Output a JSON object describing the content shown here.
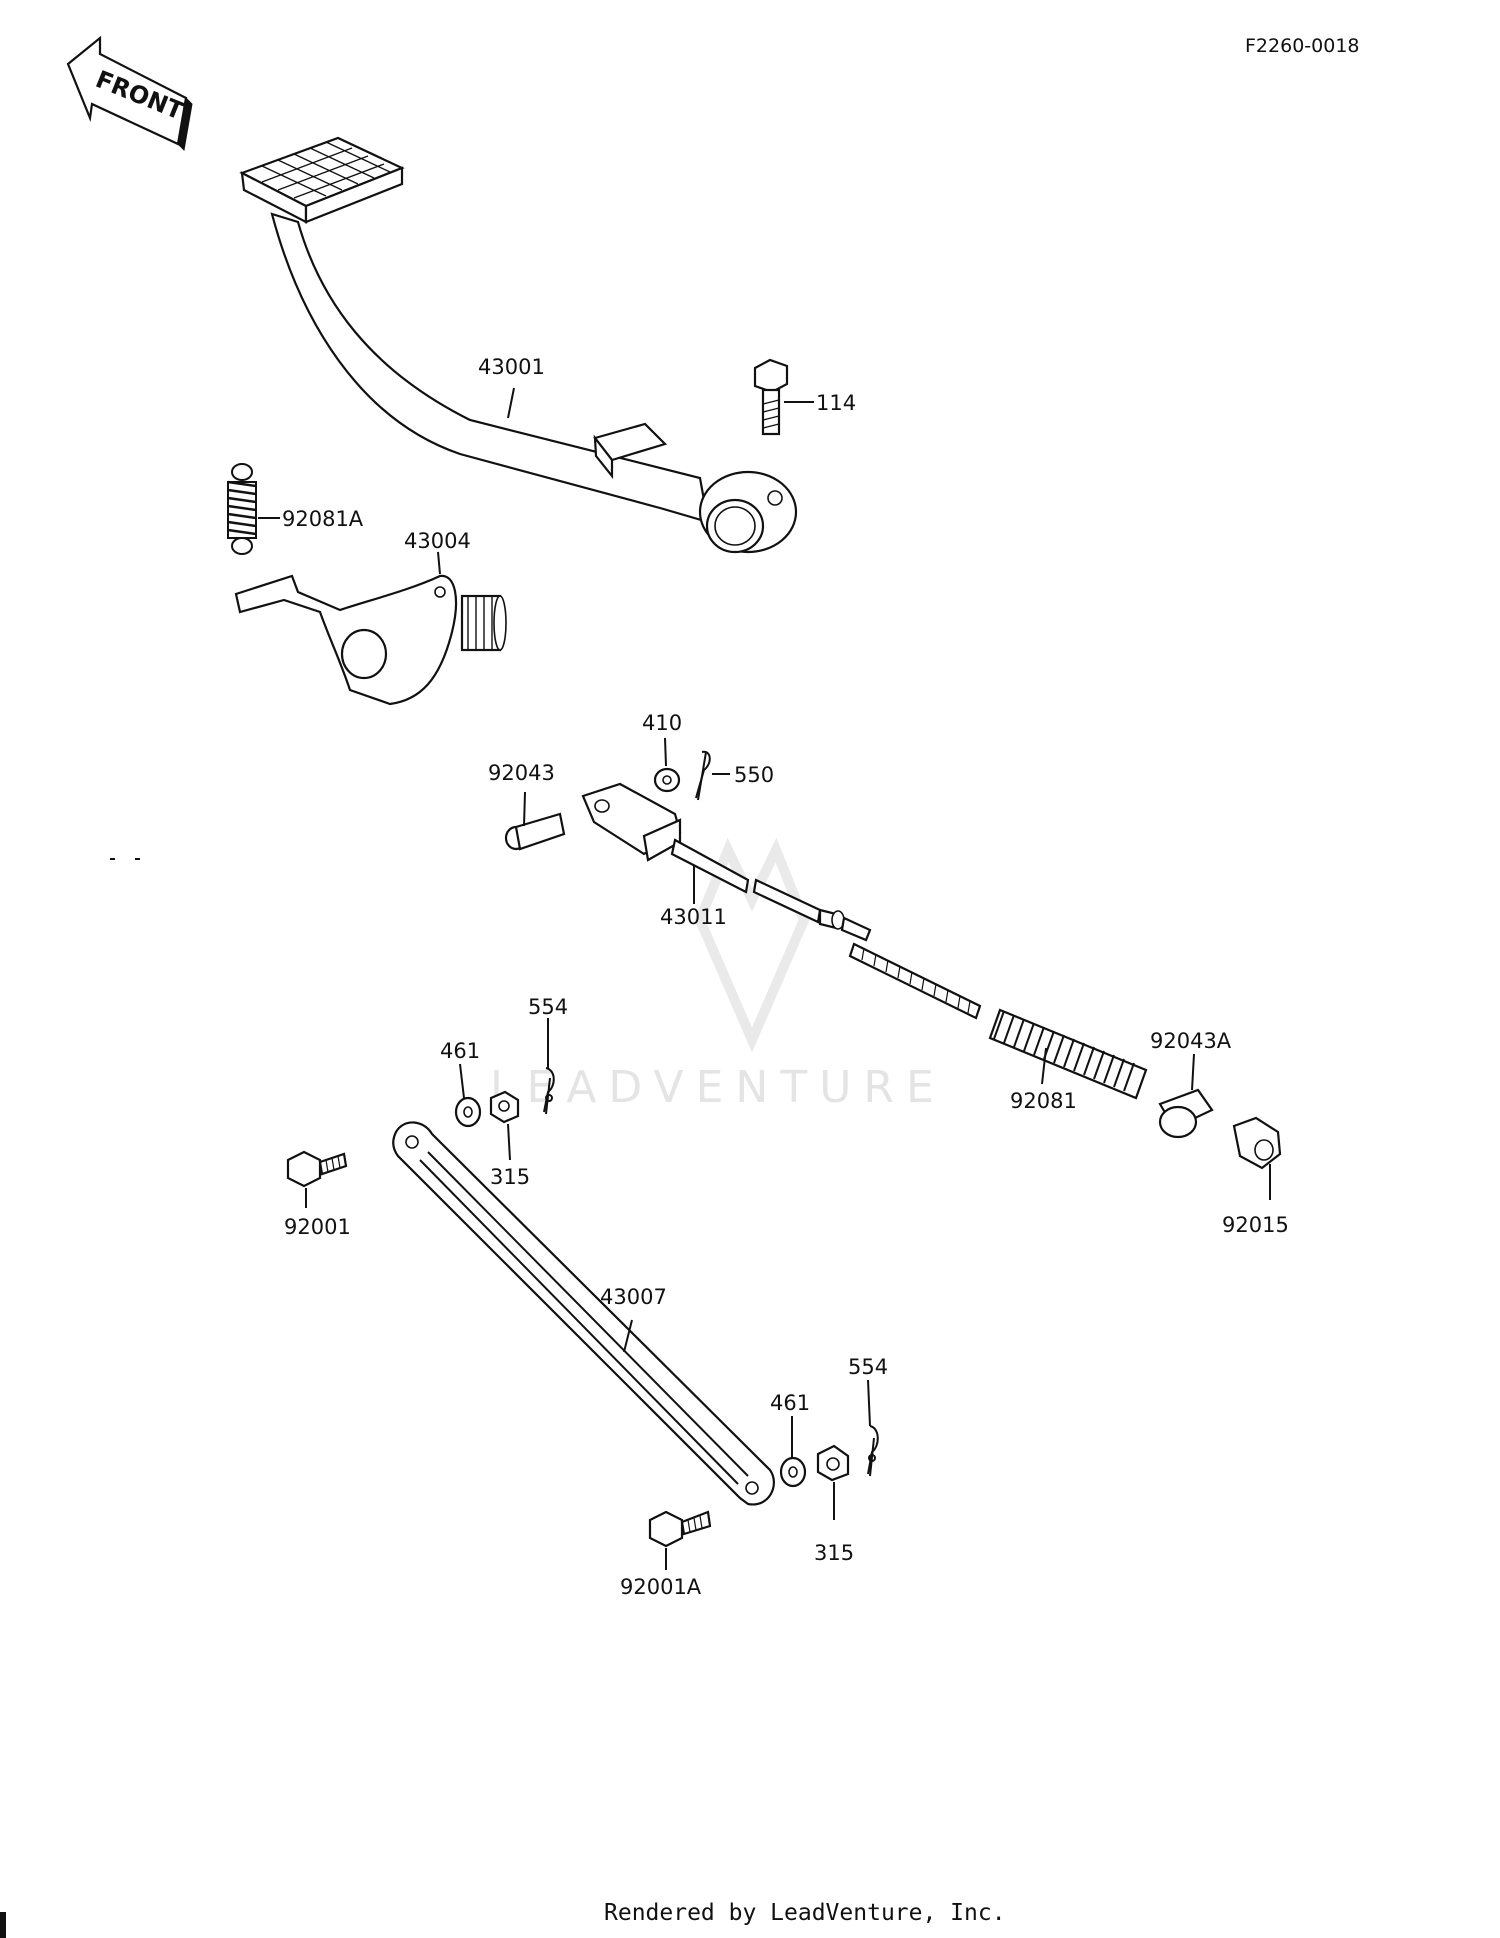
{
  "diagram_code": "F2260-0018",
  "front_label": "FRONT",
  "watermark": "LEADVENTURE",
  "footer": "Rendered by LeadVenture, Inc.",
  "labels": {
    "p43001": "43001",
    "p114": "114",
    "p92081A": "92081A",
    "p43004": "43004",
    "p410": "410",
    "p550": "550",
    "p92043": "92043",
    "p43011": "43011",
    "p554a": "554",
    "p461a": "461",
    "p315a": "315",
    "p92043A": "92043A",
    "p92081": "92081",
    "p92015": "92015",
    "p92001": "92001",
    "p43007": "43007",
    "p554b": "554",
    "p461b": "461",
    "p315b": "315",
    "p92001A": "92001A"
  }
}
